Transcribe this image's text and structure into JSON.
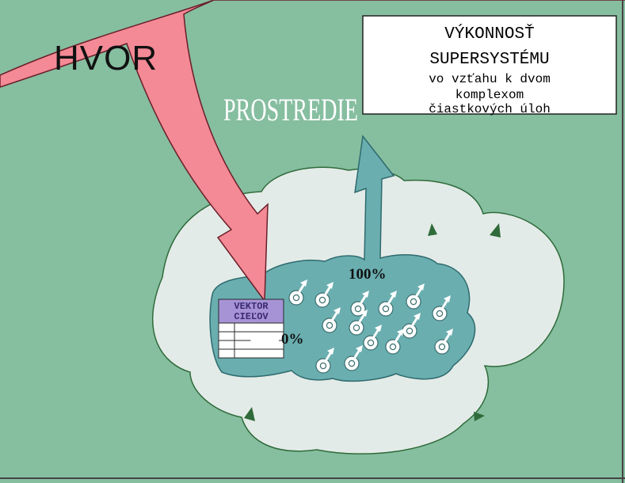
{
  "source_label": "HVOR",
  "environment_label": "PROSTREDIE",
  "title_box": {
    "line1": "VÝKONNOSŤ",
    "line2": "SUPERSYSTÉMU",
    "line3": "vo vzťahu k dvom",
    "line4": "komplexom",
    "line5": "čiastkových úloh"
  },
  "goal_vector": {
    "line1": "VEKTOR",
    "line2": "CIEĽOV"
  },
  "percent_low": "0%",
  "percent_high": "100%",
  "colors": {
    "environment": "#86bea0",
    "outer_blob": "#e3ebe8",
    "system": "#6aaeb0",
    "source_arrow": "#f48a96",
    "table_header": "#a693d6",
    "element": "#ffffff"
  },
  "element_icon": "circle-with-arrow-icon"
}
